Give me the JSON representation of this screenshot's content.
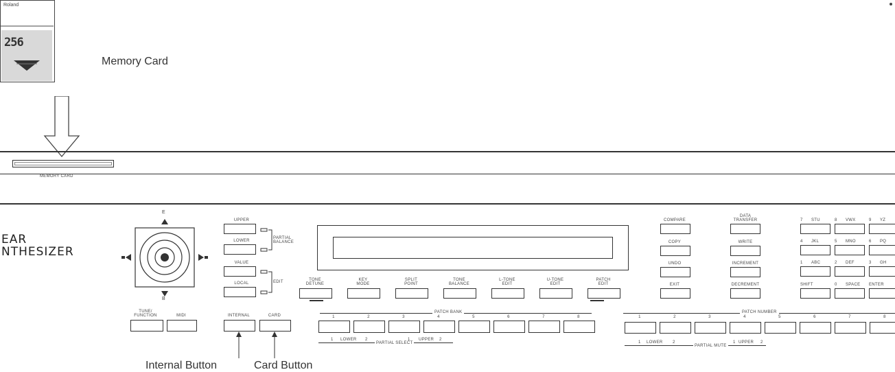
{
  "card": {
    "brand": "Roland",
    "capacity": "256"
  },
  "callouts": {
    "memory_card": "Memory Card",
    "internal_button": "Internal Button",
    "card_button": "Card Button"
  },
  "slot": {
    "label": "MEMORY CARD"
  },
  "brand": {
    "line1": "EAR",
    "line2": "NTHESIZER"
  },
  "joystick": {
    "top": "E",
    "bottom": "B"
  },
  "left_panel": {
    "upper": "UPPER",
    "lower": "LOWER",
    "value": "VALUE",
    "local": "LOCAL",
    "partial_balance": "PARTIAL\nBALANCE",
    "edit": "EDIT",
    "tune_function": "TUNE/\nFUNCTION",
    "midi": "MIDI",
    "internal": "INTERNAL",
    "card": "CARD"
  },
  "display_buttons": [
    "TONE\nDETUNE",
    "KEY\nMODE",
    "SPLIT\nPOINT",
    "TONE\nBALANCE",
    "L-TONE\nEDIT",
    "U-TONE\nEDIT",
    "PATCH\nEDIT"
  ],
  "patch_bank": {
    "title": "PATCH BANK",
    "numbers": [
      "1",
      "2",
      "3",
      "4",
      "5",
      "6",
      "7",
      "8"
    ]
  },
  "partial_select": {
    "lower": "LOWER",
    "upper": "UPPER",
    "title": "PARTIAL SELECT",
    "n1": "1",
    "n2": "2"
  },
  "mid_buttons": {
    "col1": [
      "COMPARE",
      "COPY",
      "UNDO",
      "EXIT"
    ],
    "col2": [
      "DATA\nTRANSFER",
      "WRITE",
      "INCREMENT",
      "DECREMENT"
    ]
  },
  "keypad": {
    "rows": [
      [
        "7",
        "STU",
        "8",
        "VWX",
        "9",
        "YZ"
      ],
      [
        "4",
        "JKL",
        "5",
        "MNO",
        "6",
        "PQ"
      ],
      [
        "1",
        "ABC",
        "2",
        "DEF",
        "3",
        "GH"
      ]
    ],
    "bottom": [
      "SHIFT",
      "0",
      "SPACE",
      "ENTER"
    ]
  },
  "patch_number": {
    "title": "PATCH NUMBER",
    "numbers": [
      "1",
      "2",
      "3",
      "4",
      "5",
      "6",
      "7",
      "8"
    ]
  },
  "partial_mute": {
    "lower": "LOWER",
    "upper": "UPPER",
    "title": "PARTIAL MUTE",
    "n1": "1",
    "n2": "2"
  }
}
